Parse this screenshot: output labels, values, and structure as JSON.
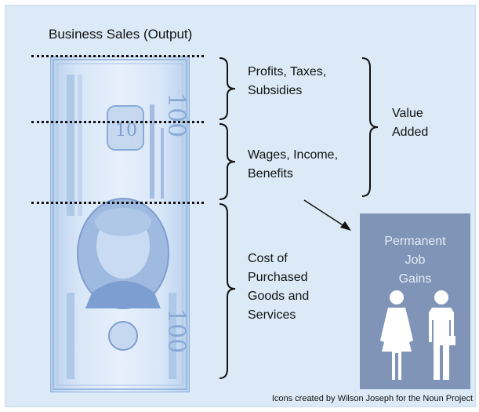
{
  "title": "Business Sales (Output)",
  "labels": {
    "profits": [
      "Profits, Taxes,",
      "Subsidies"
    ],
    "wages": [
      "Wages, Income,",
      "Benefits"
    ],
    "costs": [
      "Cost of",
      "Purchased",
      "Goods and",
      "Services"
    ],
    "value_added": [
      "Value",
      "Added"
    ]
  },
  "job_box": {
    "lines": [
      "Permanent",
      "Job",
      "Gains"
    ]
  },
  "credit": "Icons created by Wilson Joseph for the Noun Project",
  "colors": {
    "background": "#dbeaf6",
    "bill": "#b8d0ee",
    "job_box": "#7f94b6",
    "person_icons": "#ffffff"
  },
  "icons": [
    "hundred-dollar-bill",
    "woman-icon",
    "man-icon",
    "arrow-icon"
  ]
}
